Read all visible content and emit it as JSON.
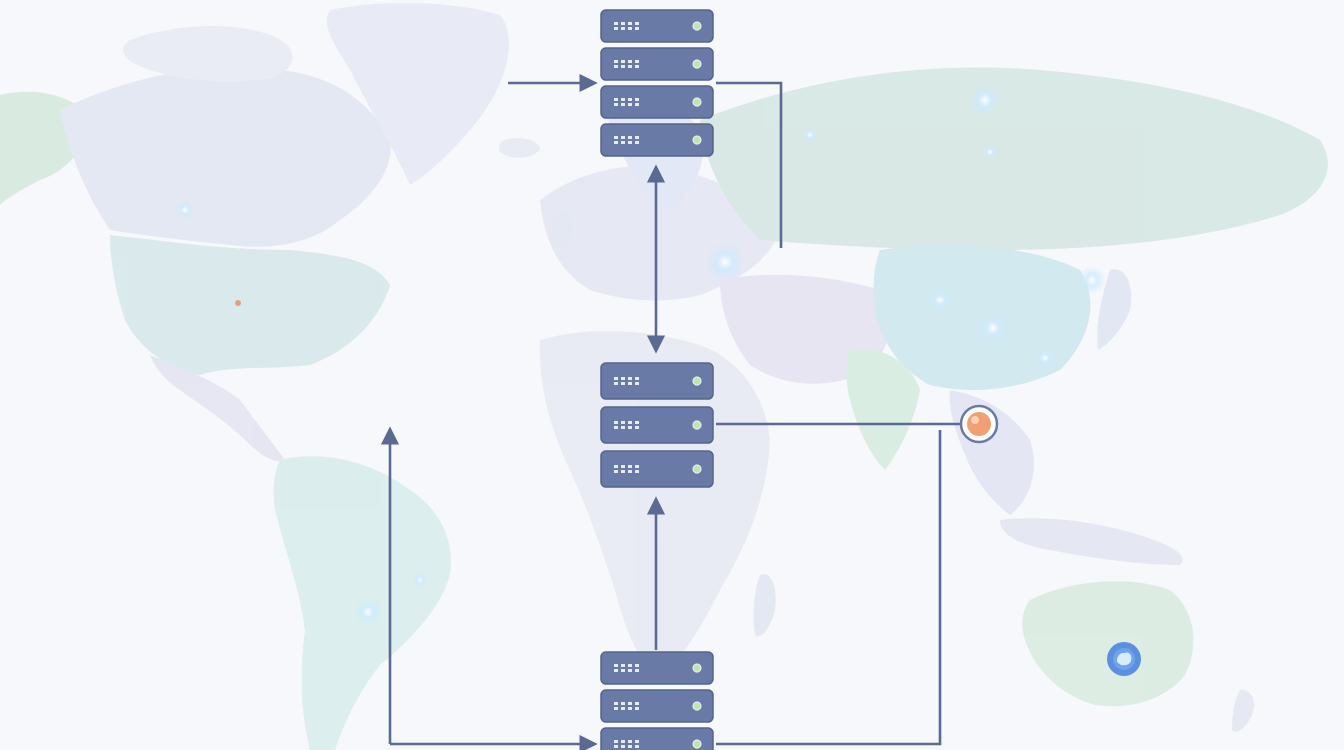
{
  "colors": {
    "background": "#f6f8fb",
    "server_fill": "#6a7aa6",
    "server_stroke": "#56648c",
    "server_light": "#e6ebf7",
    "server_led": "#bfe6a8",
    "connector": "#5a6a92",
    "land_green": "#cfe6d9",
    "land_blue": "#d9e3f3",
    "land_lavender": "#e3e4f3",
    "land_teal": "#cdeaf0",
    "glow": "#bfe3ff",
    "origin_marker": "#f2a073",
    "destination_marker": "#5b8fe0"
  },
  "icons": {
    "server": "server-stack-icon",
    "origin": "origin-location-pin-icon",
    "destination": "destination-location-pin-icon"
  },
  "servers": [
    {
      "id": "top",
      "name": "server-stack-top",
      "units": 4
    },
    {
      "id": "middle",
      "name": "server-stack-middle",
      "units": 3
    },
    {
      "id": "bottom",
      "name": "server-stack-bottom",
      "units": 3
    }
  ]
}
